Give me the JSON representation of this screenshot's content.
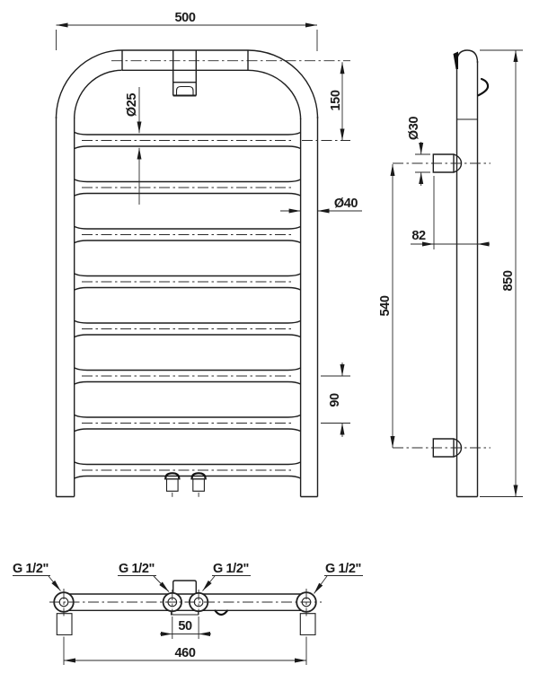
{
  "drawing_type": "towel-radiator-dimension-drawing",
  "colors": {
    "line": "#1f1f1f",
    "background": "#ffffff"
  },
  "front": {
    "width": "500",
    "arch_offset": "150",
    "rung_dia": "Ø25",
    "tube_dia": "Ø40",
    "rung_gap": "90"
  },
  "side": {
    "bracket_dia": "Ø30",
    "bracket_offset": "82",
    "bracket_span": "540",
    "height": "850"
  },
  "plan": {
    "threads": [
      "G 1/2\"",
      "G 1/2\"",
      "G 1/2\"",
      "G 1/2\""
    ],
    "port_gap": "50",
    "port_span": "460"
  }
}
